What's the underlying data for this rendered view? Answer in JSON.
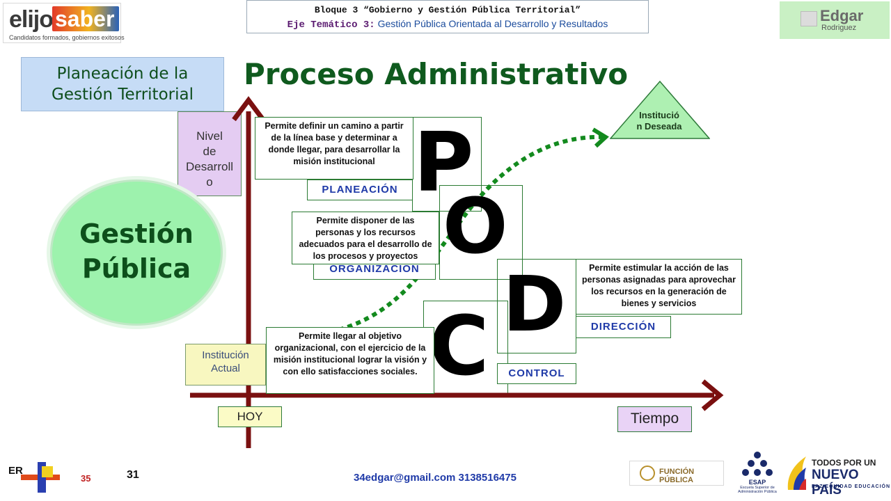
{
  "header": {
    "logo_left": {
      "brand_part1": "elijo",
      "brand_part2": "saber",
      "tagline": "Candidatos formados, gobiernos exitosos"
    },
    "bloque_line": "Bloque 3   “Gobierno y Gestión Pública Territorial”",
    "eje_label": "Eje Temático 3:",
    "eje_text": "Gestión Pública Orientada al Desarrollo y Resultados",
    "logo_right": {
      "name_line1": "Edgar",
      "name_line2": "Rodriguez"
    }
  },
  "planeacion_box": {
    "line1": "Planeación de la",
    "line2": "Gestión Territorial"
  },
  "title": "Proceso   Administrativo",
  "axes": {
    "y_label": {
      "line1": "Nivel",
      "line2": "de",
      "line3": "Desarroll",
      "line4": "o"
    },
    "x_label": "Tiempo",
    "x_origin_label": "HOY",
    "start_label": {
      "line1": "Institución",
      "line2": "Actual"
    },
    "target_label": {
      "line1": "Institució",
      "line2": "n Deseada"
    }
  },
  "gestion_circle": {
    "line1": "Gestión",
    "line2": "Pública"
  },
  "stages": {
    "planeacion": {
      "letter": "P",
      "label": "PLANEACIÓN",
      "description": "Permite definir un camino a partir de la línea base y determinar a donde llegar, para desarrollar la misión institucional"
    },
    "organizacion": {
      "letter": "O",
      "label": "ORGANIZACIÓN",
      "description": "Permite disponer de las personas y los recursos adecuados para el desarrollo de los procesos y proyectos"
    },
    "direccion": {
      "letter": "D",
      "label": "DIRECCIÓN",
      "description": "Permite estimular la acción de las personas asignadas para aprovechar los recursos en la generación de bienes y servicios"
    },
    "control": {
      "letter": "C",
      "label": "CONTROL",
      "description": "Permite llegar al objetivo organizacional, con el ejercicio de la misión institucional lograr la visión y con ello  satisfacciones sociales."
    }
  },
  "footer": {
    "er_text": "ER",
    "page_small": "35",
    "page_main": "31",
    "contact": "34edgar@gmail.com    3138516475",
    "funcion_publica": "FUNCIÓN PÚBLICA",
    "esap_name": "ESAP",
    "esap_sub": "Escuela Superior de Administración Pública",
    "gov_line1": "TODOS POR UN",
    "gov_line2": "NUEVO PAÍS",
    "gov_line3": "PAZ  EQUIDAD  EDUCACIÓN"
  },
  "colors": {
    "axis": "#7a1010",
    "dotted_path": "#138a1e",
    "title_green": "#0f5a1e",
    "label_blue": "#1f3aa8"
  }
}
